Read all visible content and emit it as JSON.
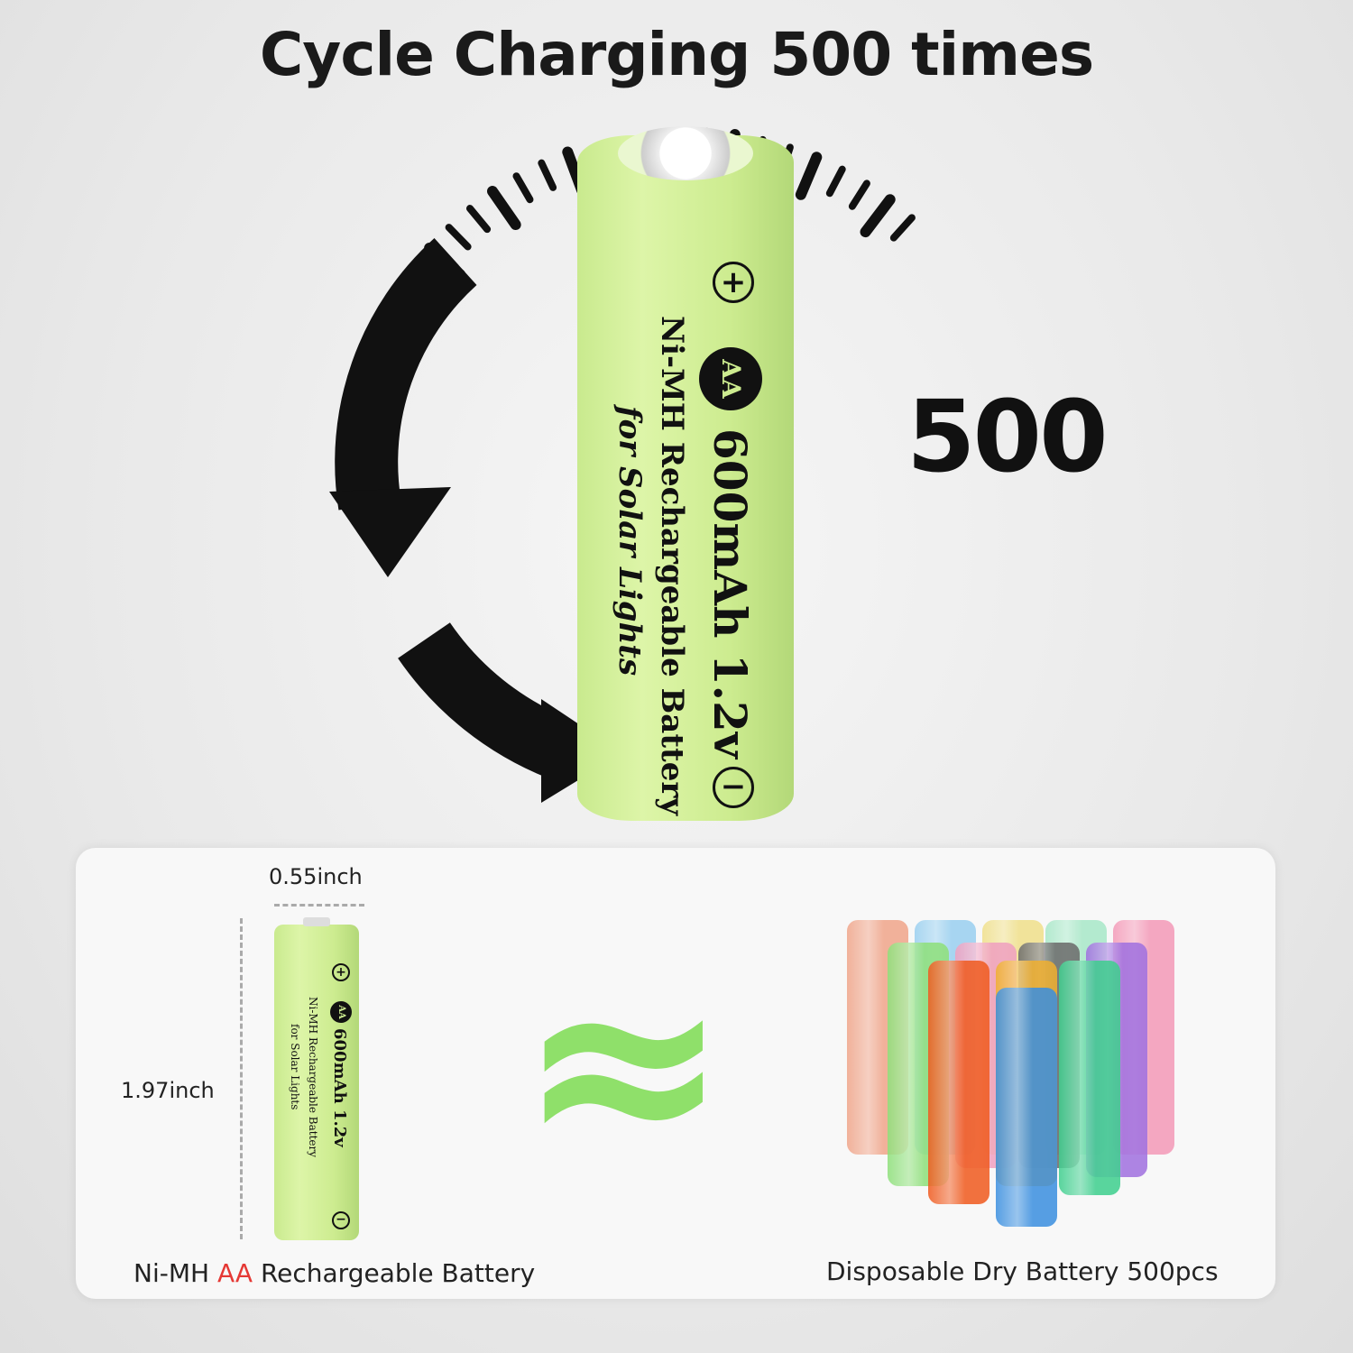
{
  "headline": "Cycle Charging 500 times",
  "cycle_count": "500",
  "main_battery": {
    "plus_symbol": "+",
    "minus_symbol": "−",
    "size_badge": "AA",
    "capacity_voltage": "600mAh 1.2v",
    "chemistry_line": "Ni-MH Rechargeable Battery",
    "usage_line": "for Solar Lights",
    "color": "#cdec90"
  },
  "comparison": {
    "width_label": "0.55inch",
    "height_label": "1.97inch",
    "left_caption_prefix": "Ni-MH ",
    "left_caption_highlight": "AA",
    "left_caption_suffix": " Rechargeable Battery",
    "highlight_color": "#e53935",
    "approx_symbol": "≈",
    "right_caption": "Disposable Dry Battery 500pcs",
    "dry_battery_colors": [
      "#f0a58a",
      "#9ad0f0",
      "#f0e08a",
      "#a8e8c8",
      "#f49ab8",
      "#8ee07a",
      "#f0a0c0",
      "#6a6a6a",
      "#a070e0",
      "#f05a1e",
      "#f0b030",
      "#3ecf8e",
      "#3a8fe0"
    ]
  }
}
